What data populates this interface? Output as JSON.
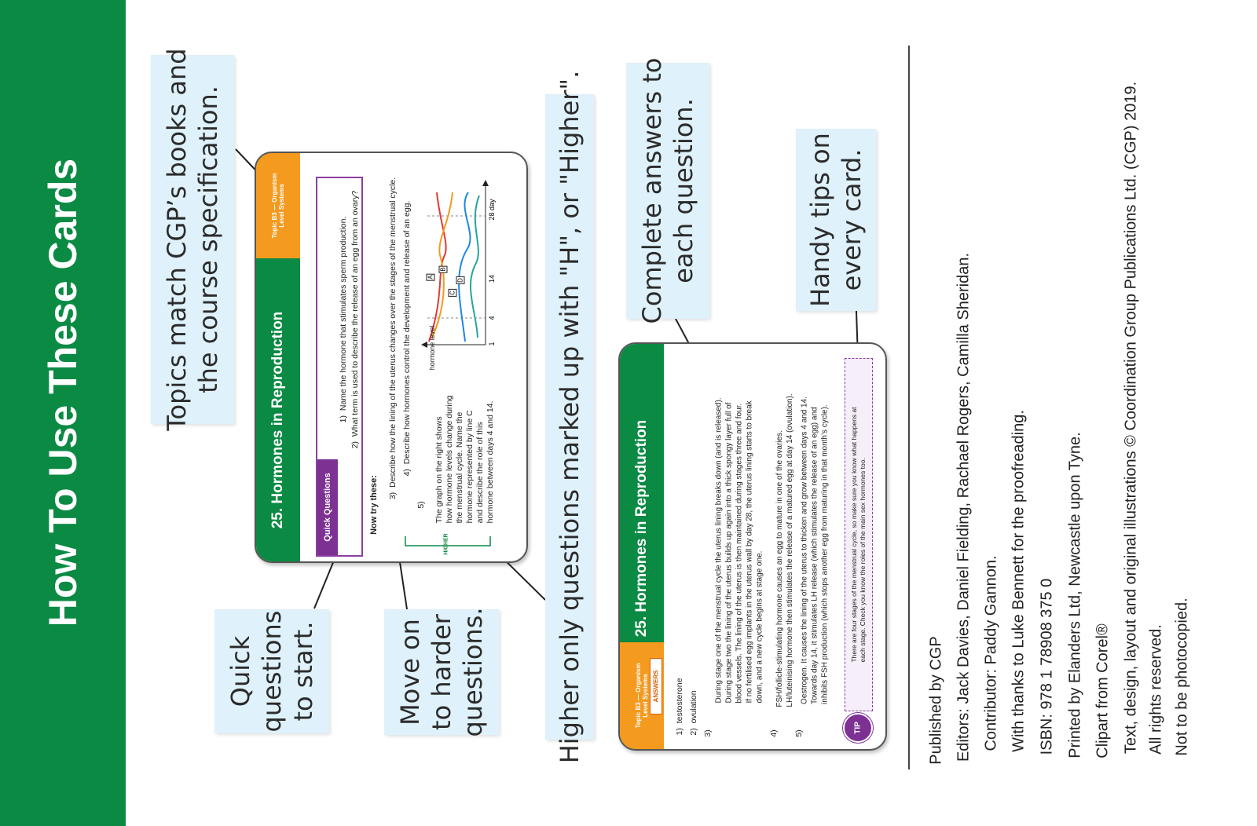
{
  "title": "How To Use These Cards",
  "callouts": {
    "topics": [
      "Topics match CGP’s books and",
      "the course specification."
    ],
    "quick": [
      "Quick",
      "questions",
      "to start."
    ],
    "move_on": [
      "Move on",
      "to harder",
      "questions."
    ],
    "higher": "Higher only questions marked up with \"H\", or \"Higher\".",
    "complete": [
      "Complete answers to",
      "each question."
    ],
    "tips": [
      "Handy tips on",
      "every card."
    ]
  },
  "question_card": {
    "topic": [
      "Topic B3 — Organism",
      "Level Systems"
    ],
    "title": "25. Hormones in Reproduction",
    "quick_label": "Quick Questions",
    "quick_questions": [
      {
        "num": "1)",
        "text": "Name the hormone that stimulates sperm production."
      },
      {
        "num": "2)",
        "text": "What term is used to describe the release of an egg from an ovary?"
      }
    ],
    "now_try": "Now try these:",
    "questions": [
      {
        "num": "3)",
        "text": "Describe how the lining of the uterus changes over the stages of the menstrual cycle."
      },
      {
        "num": "4)",
        "text": "Describe how hormones control the development and release of an egg."
      },
      {
        "num": "5)",
        "lines": [
          "The graph on the right shows",
          "how hormone levels change during",
          "the menstrual cycle.  Name the",
          "hormone represented by line C",
          "and describe the role of this",
          "hormone between days 4 and 14."
        ]
      }
    ],
    "higher_mark": "HIGHER",
    "graph": {
      "ylabel": "hormone level",
      "x_ticks": [
        "1",
        "4",
        "14",
        "28 day"
      ],
      "line_labels": [
        "A",
        "B",
        "C",
        "D"
      ],
      "colors": {
        "A": "#e53935",
        "B": "#f39a1f",
        "C": "#1e88e5",
        "D": "#26a69a"
      }
    }
  },
  "answer_card": {
    "topic": [
      "Topic B3 — Organism",
      "Level Systems"
    ],
    "answers_label": "ANSWERS",
    "title": "25. Hormones in Reproduction",
    "answers": [
      {
        "num": "1)",
        "lines": [
          "testosterone"
        ]
      },
      {
        "num": "2)",
        "lines": [
          "ovulation"
        ]
      },
      {
        "num": "3)",
        "lines": [
          "During stage one of the menstrual cycle the uterus lining breaks down (and is released).",
          "During stage two the lining of the uterus builds up again into a thick spongy layer full of",
          "blood vessels.  The lining of the uterus is then maintained during stages three and four.",
          "If no fertilised egg implants in the uterus wall by day 28, the uterus lining starts to break",
          "down, and a new cycle begins at stage one."
        ]
      },
      {
        "num": "4)",
        "lines": [
          "FSH/follicle-stimulating hormone causes an egg to mature in one of the ovaries.",
          "LH/luteinising hormone then stimulates the release of a matured egg at day 14 (ovulation)."
        ]
      },
      {
        "num": "5)",
        "lines": [
          "Oestrogen.  It causes the lining of the uterus to thicken and grow between days 4 and 14.",
          "Towards day 14, it stimulates LH release (which stimulates the release of an egg) and",
          "inhibits FSH production (which stops another egg from maturing in that month’s cycle)."
        ]
      }
    ],
    "tip_label": "TIP",
    "tip": [
      "There are four stages of the menstrual cycle, so make sure you know what happens at",
      "each stage.  Check you know the roles of the main sex hormones too."
    ]
  },
  "credits": [
    "Published by CGP",
    "Editors: Jack Davies, Daniel Fielding, Rachael Rogers, Camilla Sheridan.",
    "Contributor: Paddy Gannon.",
    "With thanks to Luke Bennett for the proofreading.",
    "ISBN:  978 1 78908 375 0",
    "Printed by Elanders Ltd, Newcastle upon Tyne.",
    "Clipart from Corel®",
    "Text, design, layout and original illustrations © Coordination Group Publications Ltd. (CGP) 2019.",
    "All rights reserved.",
    "Not to be photocopied."
  ]
}
